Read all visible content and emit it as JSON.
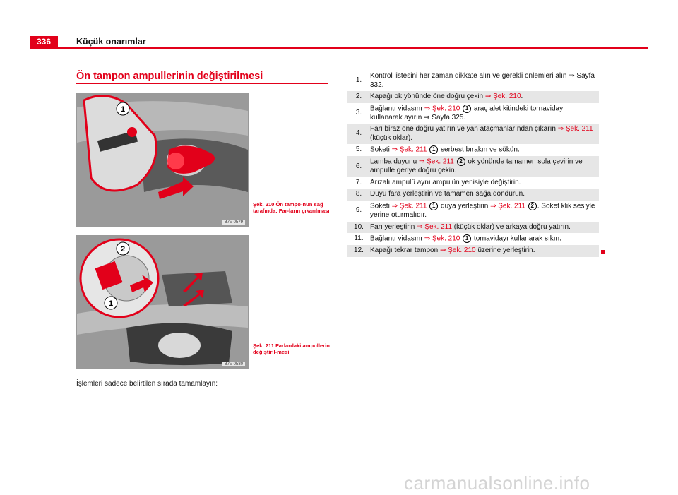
{
  "header": {
    "page_number": "336",
    "title": "Küçük onarımlar"
  },
  "section_title": "Ön tampon ampullerinin değiştirilmesi",
  "figures": [
    {
      "code": "B7V-0579",
      "caption": "Şek. 210  Ön tampo-nun sağ tarafında: Far-ların çıkarılması",
      "callouts": [
        "1"
      ]
    },
    {
      "code": "B7V-0580",
      "caption": "Şek. 211  Farlardaki ampullerin değiştiril-mesi",
      "callouts": [
        "2",
        "1"
      ]
    }
  ],
  "intro": "İşlemleri sadece belirtilen sırada tamamlayın:",
  "steps": [
    {
      "num": "1.",
      "parts": [
        {
          "t": "Kontrol listesini her zaman dikkate alın ve gerekli önlemleri alın "
        },
        {
          "t": "⇒ Sayfa 332."
        }
      ]
    },
    {
      "num": "2.",
      "parts": [
        {
          "t": "Kapağı ok yönünde öne doğru çekin "
        },
        {
          "t": "⇒ Şek. 210",
          "ref": true
        },
        {
          "t": "."
        }
      ]
    },
    {
      "num": "3.",
      "parts": [
        {
          "t": "Bağlantı vidasını "
        },
        {
          "t": "⇒ Şek. 210",
          "ref": true
        },
        {
          "t": " "
        },
        {
          "t": "1",
          "badge": true
        },
        {
          "t": " araç alet kitindeki tornavidayı kullanarak ayırın ⇒ Sayfa 325."
        }
      ]
    },
    {
      "num": "4.",
      "parts": [
        {
          "t": "Farı biraz öne doğru yatırın ve yan ataçmanlarından çıkarın "
        },
        {
          "t": "⇒ Şek. 211",
          "ref": true
        },
        {
          "t": " (küçük oklar)."
        }
      ]
    },
    {
      "num": "5.",
      "parts": [
        {
          "t": "Soketi "
        },
        {
          "t": "⇒ Şek. 211",
          "ref": true
        },
        {
          "t": " "
        },
        {
          "t": "1",
          "badge": true
        },
        {
          "t": " serbest bırakın ve sökün."
        }
      ]
    },
    {
      "num": "6.",
      "parts": [
        {
          "t": "Lamba duyunu "
        },
        {
          "t": "⇒ Şek. 211",
          "ref": true
        },
        {
          "t": " "
        },
        {
          "t": "2",
          "badge": true
        },
        {
          "t": " ok yönünde tamamen sola çevirin ve ampulle geriye doğru çekin."
        }
      ]
    },
    {
      "num": "7.",
      "parts": [
        {
          "t": "Arızalı ampulü aynı ampulün yenisiyle değiştirin."
        }
      ]
    },
    {
      "num": "8.",
      "parts": [
        {
          "t": "Duyu fara yerleştirin ve tamamen sağa döndürün."
        }
      ]
    },
    {
      "num": "9.",
      "parts": [
        {
          "t": "Soketi "
        },
        {
          "t": "⇒ Şek. 211",
          "ref": true
        },
        {
          "t": " "
        },
        {
          "t": "1",
          "badge": true
        },
        {
          "t": " duya yerleştirin "
        },
        {
          "t": "⇒ Şek. 211",
          "ref": true
        },
        {
          "t": " "
        },
        {
          "t": "2",
          "badge": true
        },
        {
          "t": ". Soket klik sesiyle yerine oturmalıdır."
        }
      ]
    },
    {
      "num": "10.",
      "parts": [
        {
          "t": "Farı yerleştirin "
        },
        {
          "t": "⇒ Şek. 211",
          "ref": true
        },
        {
          "t": " (küçük oklar) ve arkaya doğru yatırın."
        }
      ]
    },
    {
      "num": "11.",
      "parts": [
        {
          "t": "Bağlantı vidasını "
        },
        {
          "t": "⇒ Şek. 210",
          "ref": true
        },
        {
          "t": " "
        },
        {
          "t": "1",
          "badge": true
        },
        {
          "t": " tornavidayı kullanarak sıkın."
        }
      ]
    },
    {
      "num": "12.",
      "parts": [
        {
          "t": "Kapağı tekrar tampon "
        },
        {
          "t": "⇒ Şek. 210",
          "ref": true
        },
        {
          "t": " üzerine yerleştirin."
        }
      ]
    }
  ],
  "watermark": "carmanualsonline.info",
  "colors": {
    "accent": "#e2001a",
    "row_alt": "#e6e6e6"
  }
}
